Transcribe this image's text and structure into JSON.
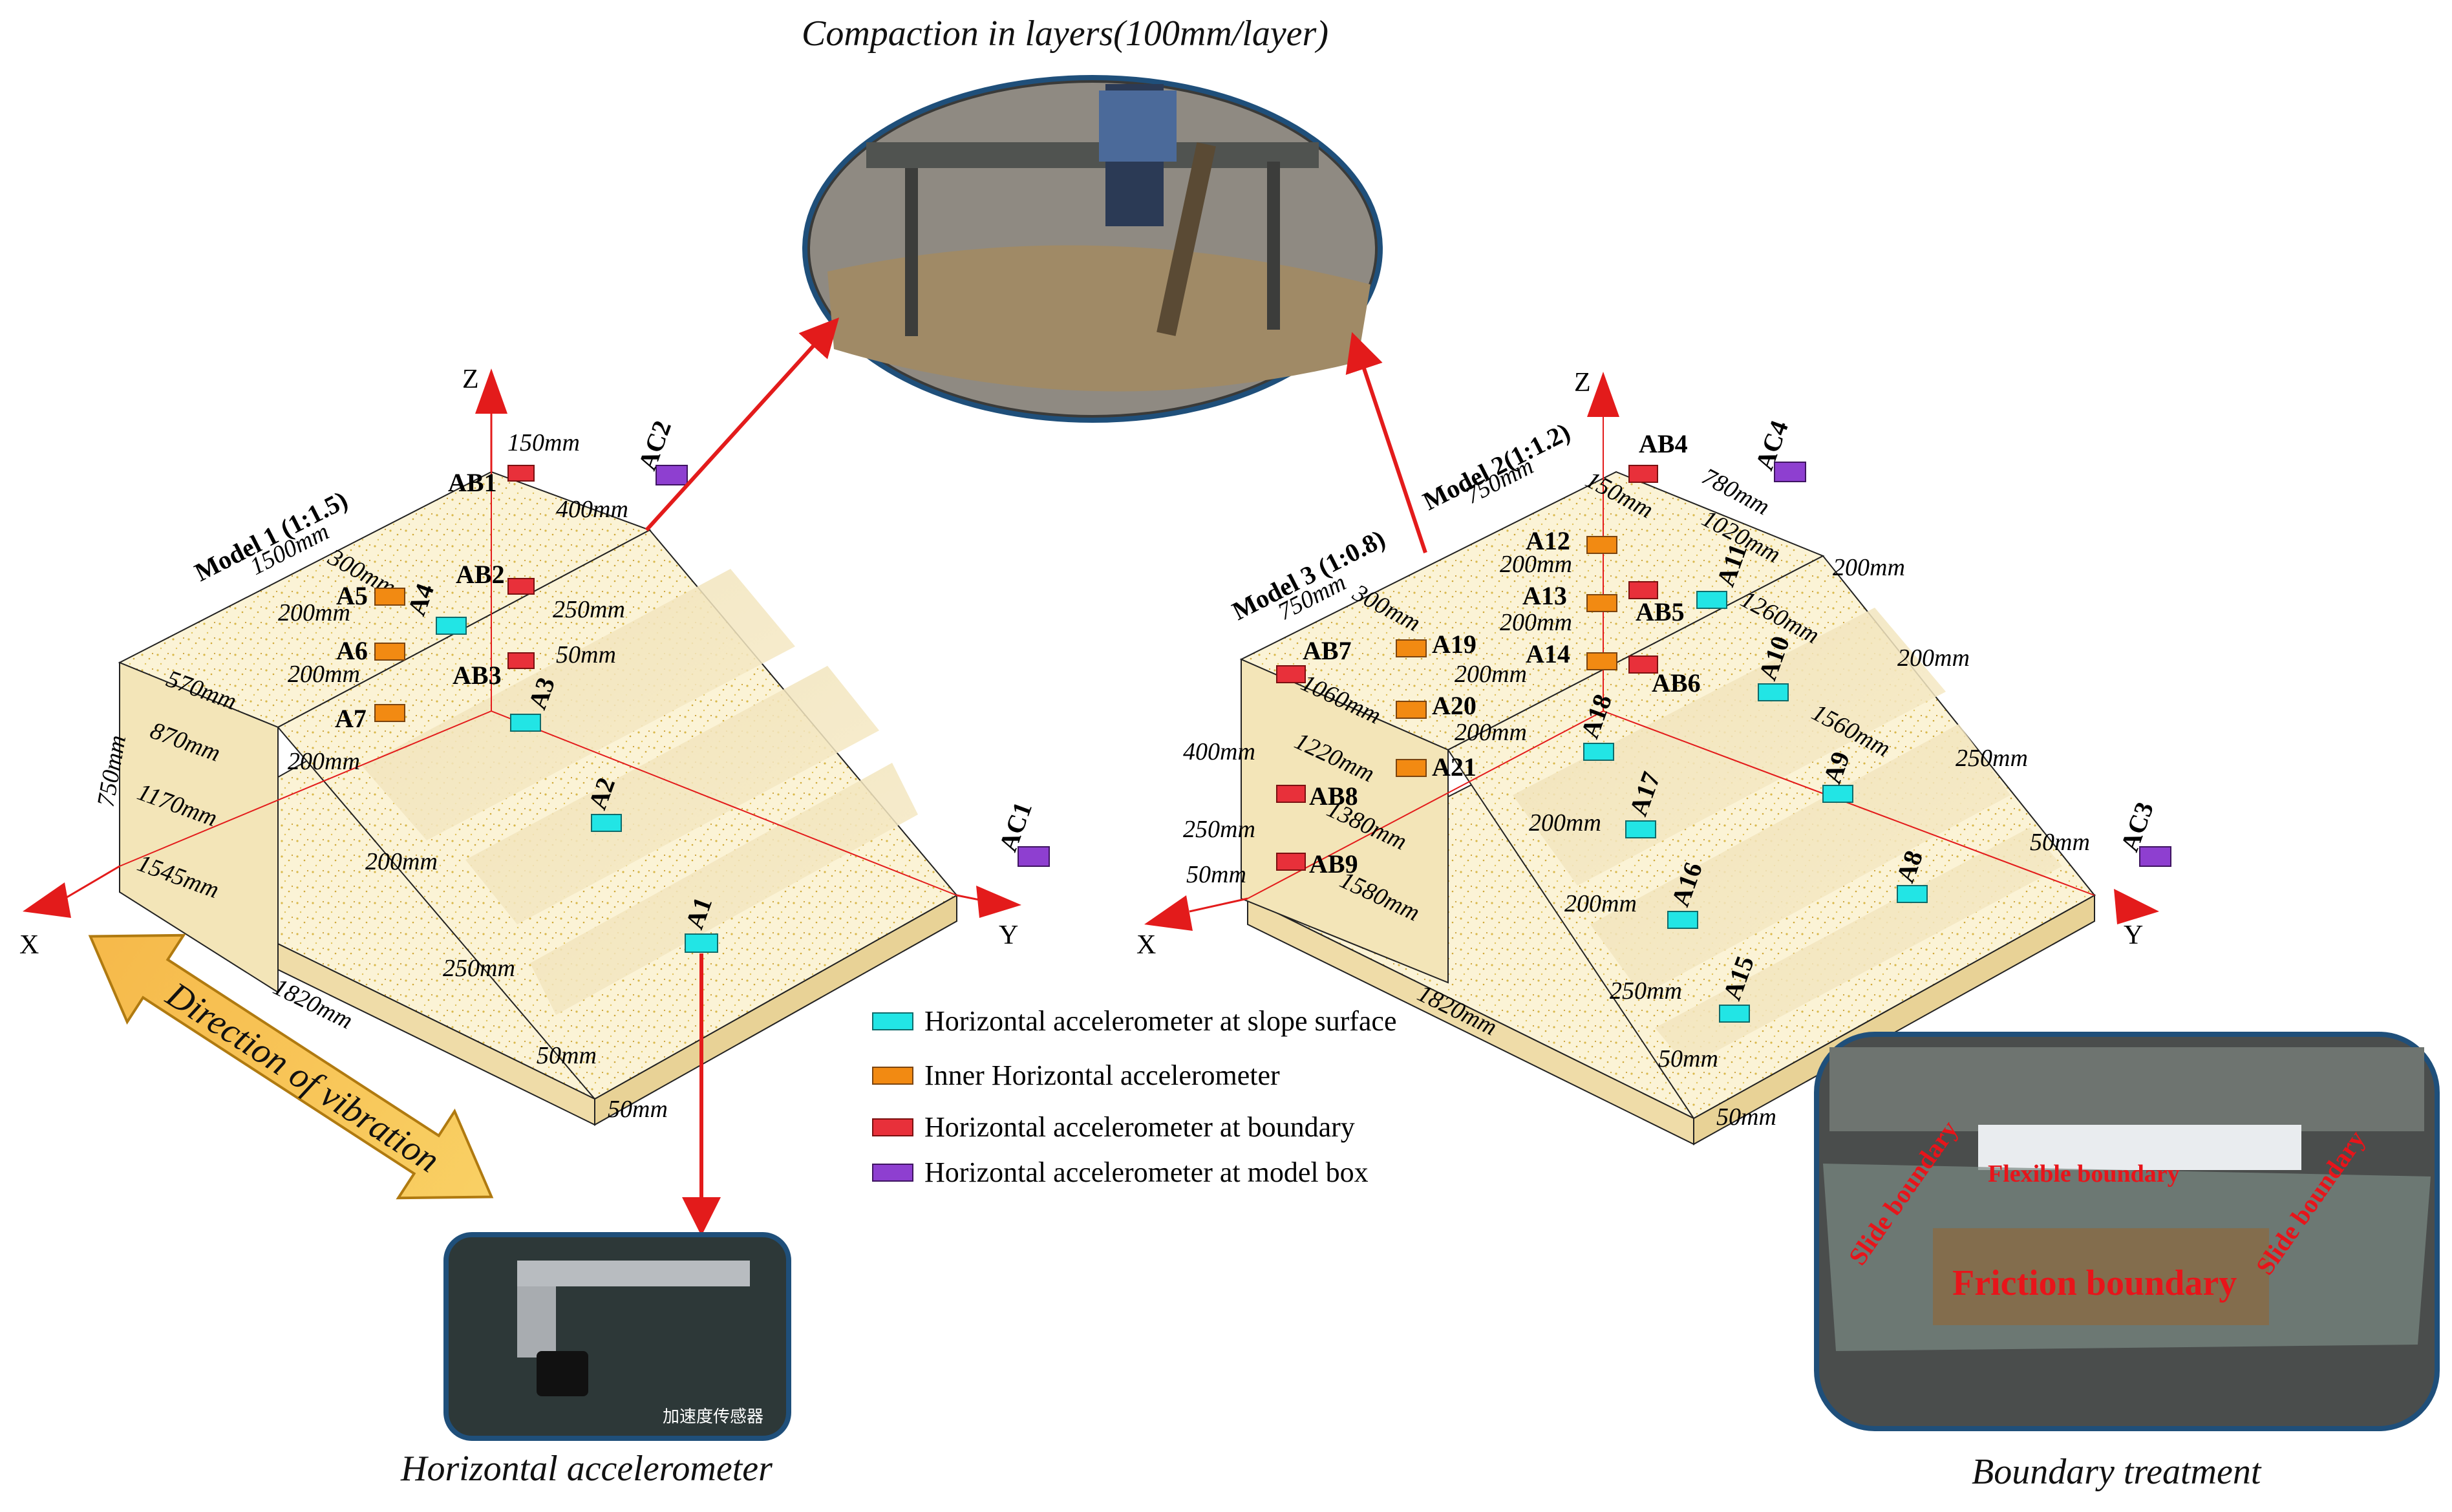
{
  "captions": {
    "top": "Compaction in layers(100mm/layer)",
    "bottom_left": "Horizontal accelerometer",
    "bottom_right": "Boundary treatment"
  },
  "axes": {
    "x": "X",
    "y": "Y",
    "z": "Z"
  },
  "model1": {
    "title": "Model 1 (1:1.5)",
    "sensors": {
      "AB1": "AB1",
      "AB2": "AB2",
      "AB3": "AB3",
      "A1": "A1",
      "A2": "A2",
      "A3": "A3",
      "A4": "A4",
      "A5": "A5",
      "A6": "A6",
      "A7": "A7",
      "AC1": "AC1",
      "AC2": "AC2"
    },
    "dims": {
      "d1500": "1500mm",
      "d300": "300mm",
      "d200a": "200mm",
      "d200b": "200mm",
      "d200c": "200mm",
      "d570": "570mm",
      "d870": "870mm",
      "d1170": "1170mm",
      "d1545": "1545mm",
      "d750": "750mm",
      "d1820": "1820mm",
      "d150": "150mm",
      "d400": "400mm",
      "d250a": "250mm",
      "d50a": "50mm",
      "d200d": "200mm",
      "d250b": "250mm",
      "d50b": "50mm",
      "d50c": "50mm"
    }
  },
  "model2": {
    "title2": "Model 2(1:1.2)",
    "title3": "Model 3 (1:0.8)",
    "sensors": {
      "AB4": "AB4",
      "AB5": "AB5",
      "AB6": "AB6",
      "AB7": "AB7",
      "AB8": "AB8",
      "AB9": "AB9",
      "A8": "A8",
      "A9": "A9",
      "A10": "A10",
      "A11": "A11",
      "A12": "A12",
      "A13": "A13",
      "A14": "A14",
      "A15": "A15",
      "A16": "A16",
      "A17": "A17",
      "A18": "A18",
      "A19": "A19",
      "A20": "A20",
      "A21": "A21",
      "AC3": "AC3",
      "AC4": "AC4"
    },
    "dims": {
      "d750a": "750mm",
      "d750b": "750mm",
      "d150": "150mm",
      "d780": "780mm",
      "d1020": "1020mm",
      "d1260": "1260mm",
      "d1560": "1560mm",
      "d200a": "200mm",
      "d200b": "200mm",
      "d250a": "250mm",
      "d50a": "50mm",
      "d200c": "200mm",
      "d200d": "200mm",
      "d200e": "200mm",
      "d200f": "200mm",
      "d200g": "200mm",
      "d300": "300mm",
      "d1060": "1060mm",
      "d1220": "1220mm",
      "d1380": "1380mm",
      "d1580": "1580mm",
      "d400": "400mm",
      "d250b": "250mm",
      "d50b": "50mm",
      "d200h": "200mm",
      "d250c": "250mm",
      "d50c": "50mm",
      "d50d": "50mm",
      "d1820": "1820mm"
    }
  },
  "vibration": "Direction of  vibration",
  "legend": [
    {
      "label": "Horizontal accelerometer at slope surface",
      "color": "#22e5e5"
    },
    {
      "label": "Inner Horizontal accelerometer",
      "color": "#f28a12"
    },
    {
      "label": "Horizontal accelerometer at boundary",
      "color": "#e8303a"
    },
    {
      "label": "Horizontal accelerometer at model box",
      "color": "#8e3fd0"
    }
  ],
  "photo_texts": {
    "flexible": "Flexible boundary",
    "slide1": "Slide boundary",
    "slide2": "Slide boundary",
    "friction": "Friction boundary",
    "sensor_tag": "加速度传感器"
  }
}
